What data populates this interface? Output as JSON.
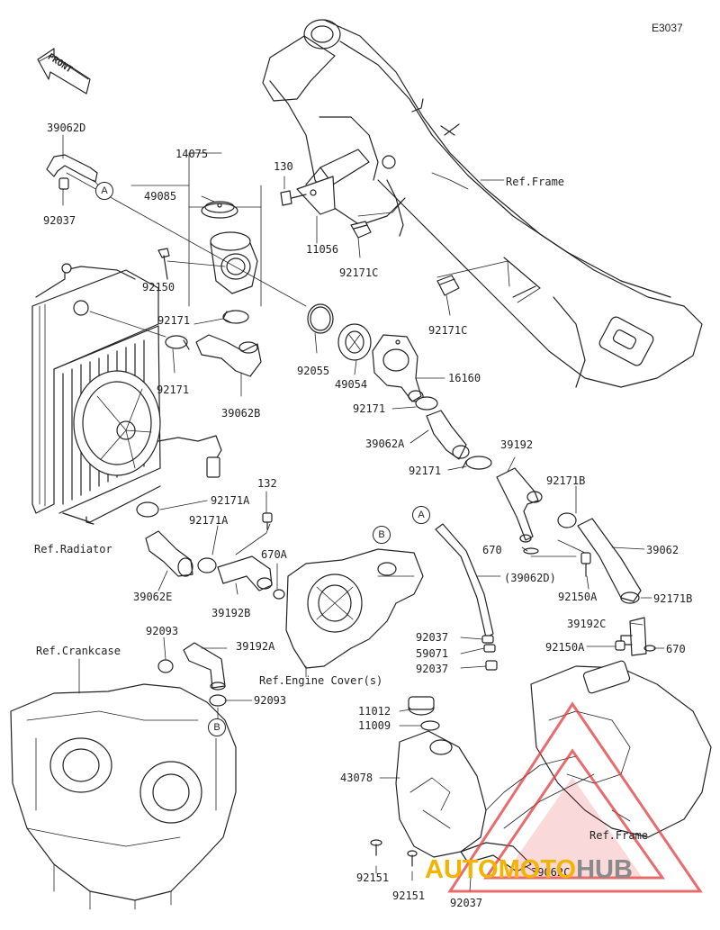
{
  "diagram": {
    "code": "E3037",
    "direction_label": "FRONT",
    "refs": {
      "frame_top": "Ref.Frame",
      "frame_bottom": "Ref.Frame",
      "radiator": "Ref.Radiator",
      "crankcase": "Ref.Crankcase",
      "engine_cover": "Ref.Engine Cover(s)"
    },
    "markers": {
      "a1": "A",
      "a2": "A",
      "b1": "B",
      "b2": "B"
    },
    "parts": {
      "p39062D": "39062D",
      "p92037a": "92037",
      "p14075": "14075",
      "p49085": "49085",
      "p92150": "92150",
      "p130": "130",
      "p11056": "11056",
      "p92171C_1": "92171C",
      "p92171C_2": "92171C",
      "p92171_1": "92171",
      "p92171_2": "92171",
      "p39062B": "39062B",
      "p92055": "92055",
      "p49054": "49054",
      "p16160": "16160",
      "p92171_3": "92171",
      "p39062A": "39062A",
      "p39192": "39192",
      "p92171_4": "92171",
      "p92171B_1": "92171B",
      "p92171A_1": "92171A",
      "p132": "132",
      "p92171A_2": "92171A",
      "p670A": "670A",
      "p39062E": "39062E",
      "p39192B": "39192B",
      "p670_1": "670",
      "p39062": "39062",
      "p39062D_ref": "(39062D)",
      "p92150A_1": "92150A",
      "p92171B_2": "92171B",
      "p39192C": "39192C",
      "p92150A_2": "92150A",
      "p670_2": "670",
      "p92093_1": "92093",
      "p39192A": "39192A",
      "p92093_2": "92093",
      "p92037b": "92037",
      "p59071": "59071",
      "p92037c": "92037",
      "p11012": "11012",
      "p11009": "11009",
      "p43078": "43078",
      "p92151_1": "92151",
      "p92151_2": "92151",
      "p92037d": "92037",
      "p39062C": "39062C"
    },
    "watermark": {
      "part1": "AUTOMOTO",
      "part2": "HUB"
    },
    "colors": {
      "line": "#222222",
      "watermark_yellow": "#f3b400",
      "watermark_gray": "#8a8a8a",
      "watermark_red": "#e23b3b"
    }
  }
}
